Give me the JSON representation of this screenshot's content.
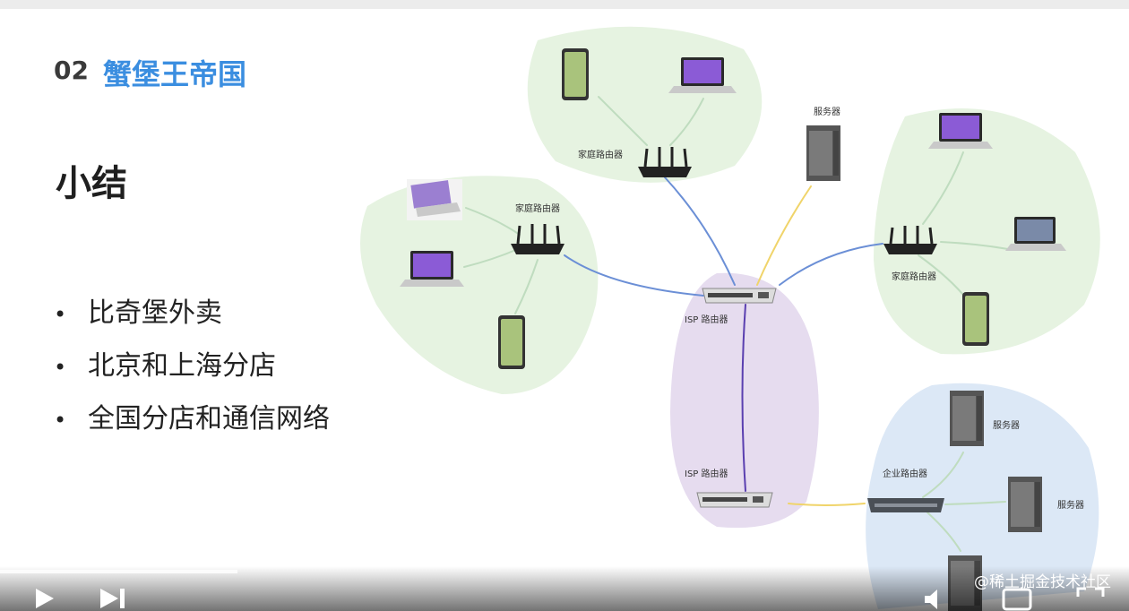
{
  "slide": {
    "section_number": "02",
    "section_title": "蟹堡王帝国",
    "heading": "小结",
    "bullets": [
      "比奇堡外卖",
      "北京和上海分店",
      "全国分店和通信网络"
    ],
    "bullet_marker": "•"
  },
  "diagram": {
    "labels": {
      "home_router_top": "家庭路由器",
      "home_router_left": "家庭路由器",
      "home_router_right": "家庭路由器",
      "server_top": "服务器",
      "isp_router_top": "ISP 路由器",
      "isp_router_bottom": "ISP 路由器",
      "enterprise_router": "企业路由器",
      "server_right_1": "服务器",
      "server_right_2": "服务器"
    },
    "colors": {
      "green_blob": "#e6f3e1",
      "purple_blob": "#e6dcef",
      "blue_blob": "#dce8f6",
      "blue_link": "#6b8fd6",
      "yellow_link": "#f0d46a",
      "green_link": "#bfdcbf",
      "purple_link": "#5a3fb0"
    }
  },
  "player": {
    "watermark": "@稀土掘金技术社区",
    "progress": 0.21
  }
}
